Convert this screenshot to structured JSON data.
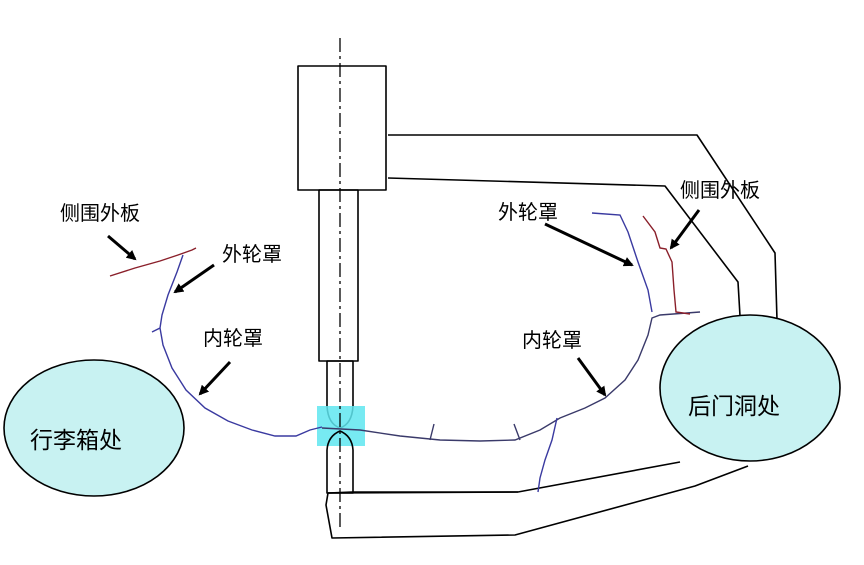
{
  "labels": {
    "left_side_outer_panel": "侧围外板",
    "left_outer_wheelhouse": "外轮罩",
    "left_inner_wheelhouse": "内轮罩",
    "right_side_outer_panel": "侧围外板",
    "right_outer_wheelhouse": "外轮罩",
    "right_inner_wheelhouse": "内轮罩",
    "trunk_area": "行李箱处",
    "rear_door_opening": "后门洞处"
  },
  "colors": {
    "ellipse_fill": "#c8f2f2",
    "weld_highlight": "#5fe6f0",
    "outer_panel": "#8a1f2a",
    "wheelhouse": "#3a3aa0"
  }
}
